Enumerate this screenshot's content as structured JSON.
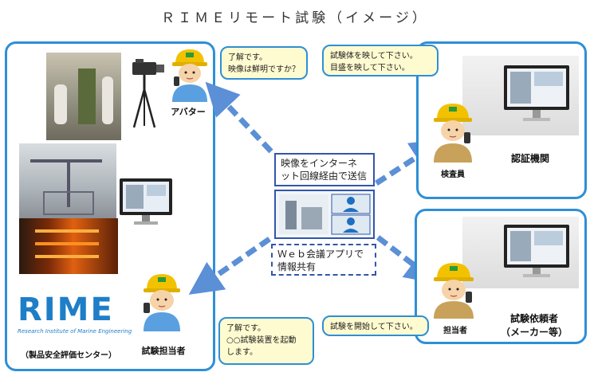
{
  "title": "ＲＩＭＥリモート試験（イメージ）",
  "avatar": {
    "label": "アバター",
    "bubble": [
      "了解です。",
      "映像は鮮明ですか？"
    ]
  },
  "tester_left": {
    "label": "試験担当者",
    "bubble": [
      "了解です。",
      "○○試験装置を起動",
      "します。"
    ]
  },
  "rime": {
    "logo": "RIME",
    "subtitle": "Research Institute of Marine Engineering",
    "caption": "（製品安全評価センター）"
  },
  "center": {
    "send_text": [
      "映像をインターネ",
      "ット回線経由で送信"
    ],
    "share_text": [
      "Ｗｅｂ会議アプリで",
      "情報共有"
    ]
  },
  "certifier": {
    "inspector_label": "検査員",
    "org_label": "認証機関",
    "bubble": [
      "試験体を映して下さい。",
      "目盛を映して下さい。"
    ]
  },
  "requester": {
    "person_label": "担当者",
    "org_label": [
      "試験依頼者",
      "（メーカー等）"
    ],
    "bubble": [
      "試験を開始して下さい。"
    ]
  },
  "colors": {
    "panel_border": "#2e8fd6",
    "bubble_fill": "#fffbd0",
    "arrow": "#5b8fd6",
    "helmet": "#f2c200",
    "uniform": "#5aa0e0"
  }
}
